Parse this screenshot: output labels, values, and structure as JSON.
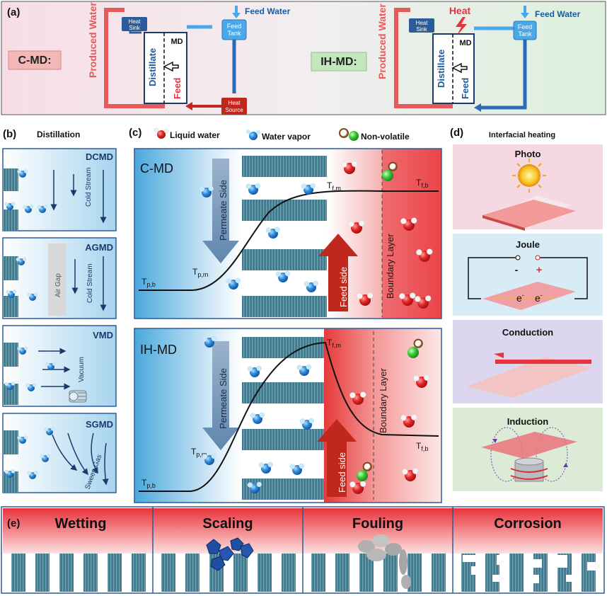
{
  "panel_a": {
    "label": "(a)",
    "cmd": {
      "tag": "C-MD:",
      "produced_water": "Produced Water",
      "heat_sink": [
        "Heat",
        "Sink"
      ],
      "feed_water": "Feed Water",
      "feed_tank": [
        "Feed",
        "Tank"
      ],
      "md": "MD",
      "distillate": "Distillate",
      "feed": "Feed",
      "heat_source": [
        "Heat",
        "Source"
      ]
    },
    "ihmd": {
      "tag": "IH-MD:",
      "produced_water": "Produced Water",
      "heat": "Heat",
      "heat_sink": [
        "Heat",
        "Sink"
      ],
      "feed_water": "Feed Water",
      "feed_tank": [
        "Feed",
        "Tank"
      ],
      "md": "MD",
      "distillate": "Distillate",
      "feed": "Feed"
    }
  },
  "panel_b": {
    "label": "(b)",
    "title": "Distillation",
    "dcmd": {
      "name": "DCMD",
      "stream": "Cold Stream"
    },
    "agmd": {
      "name": "AGMD",
      "gap": "Air Gap",
      "stream": "Cold Stream"
    },
    "vmd": {
      "name": "VMD",
      "vacuum": "Vacuum"
    },
    "sgmd": {
      "name": "SGMD",
      "gas": "Sweep Gas"
    }
  },
  "panel_c": {
    "label": "(c)",
    "legend": {
      "liquid": "Liquid water",
      "vapor": "Water vapor",
      "nonvolatile": "Non-volatile"
    },
    "top": {
      "name": "C-MD",
      "permeate": "Permeate Side",
      "feed": "Feed side",
      "boundary": "Boundary Layer",
      "t_pb": [
        "T",
        "p,b"
      ],
      "t_pm": [
        "T",
        "p,m"
      ],
      "t_fm": [
        "T",
        "f,m"
      ],
      "t_fb": [
        "T",
        "f,b"
      ]
    },
    "bottom": {
      "name": "IH-MD",
      "permeate": "Permeate Side",
      "feed": "Feed side",
      "boundary": "Boundary Layer",
      "t_pb": [
        "T",
        "p,b"
      ],
      "t_pm": [
        "T",
        "p,m"
      ],
      "t_fm": [
        "T",
        "f,m"
      ],
      "t_fb": [
        "T",
        "f,b"
      ]
    }
  },
  "panel_d": {
    "label": "(d)",
    "title": "Interfacial heating",
    "photo": "Photo",
    "joule": {
      "title": "Joule",
      "minus": "-",
      "plus": "+",
      "electron": [
        "e",
        "-"
      ]
    },
    "conduction": "Conduction",
    "induction": "Induction"
  },
  "panel_e": {
    "label": "(e)",
    "wetting": "Wetting",
    "scaling": "Scaling",
    "fouling": "Fouling",
    "corrosion": "Corrosion"
  },
  "colors": {
    "membrane": "#3f7a8e",
    "hot": "#e8333b",
    "cold": "#2a8fd2",
    "navy": "#1a3a6e",
    "produced": "#e85a5a",
    "heat_source": "#c0281e"
  }
}
